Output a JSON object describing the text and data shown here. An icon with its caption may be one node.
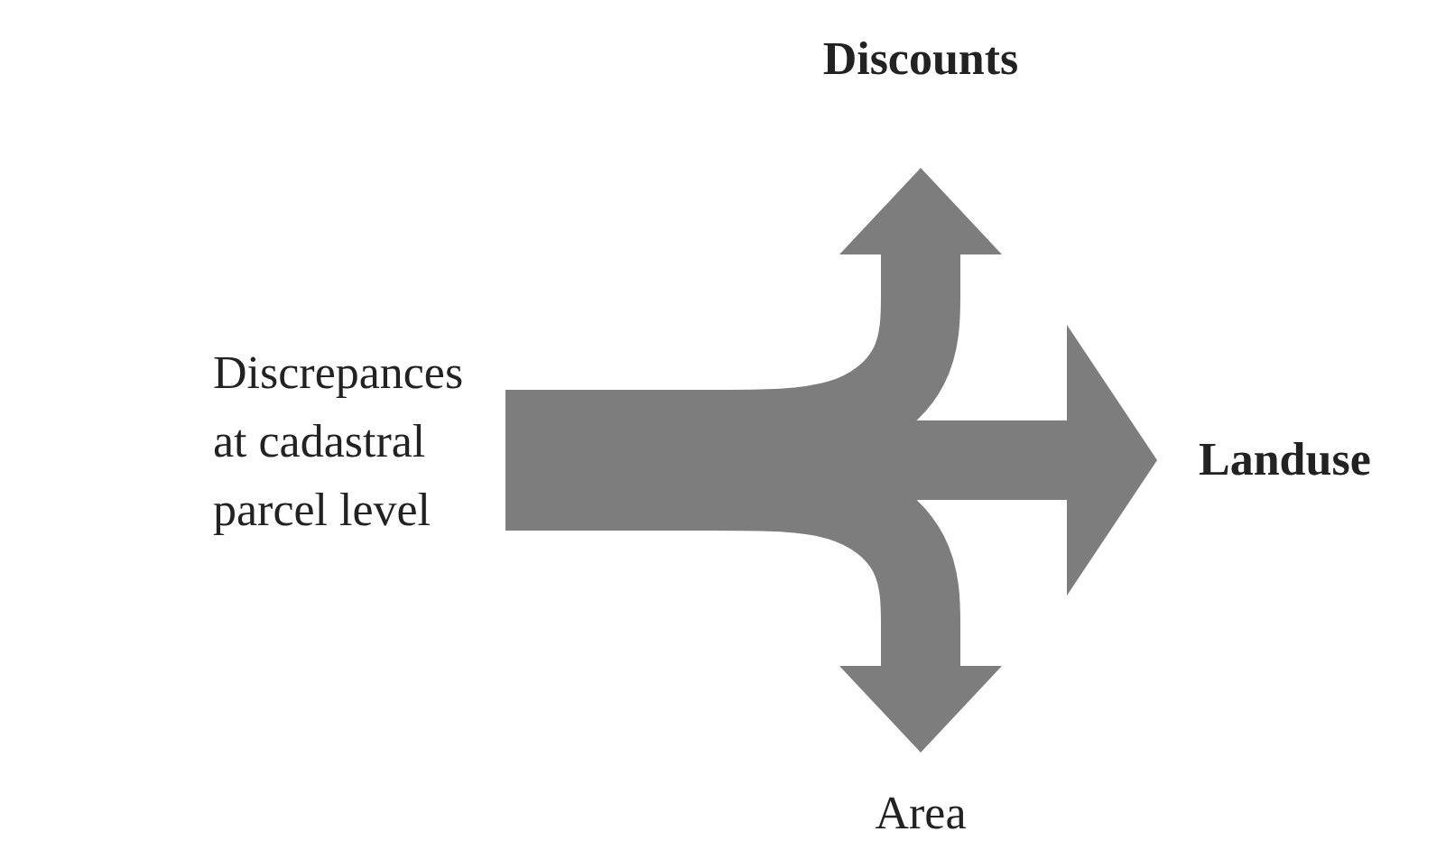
{
  "diagram": {
    "nodes": [
      {
        "text": [
          "Discrepances at cadastral parcel level"
        ]
      },
      {
        "text": [
          "Discounts"
        ]
      },
      {
        "text": [
          "Landuse"
        ]
      },
      {
        "text": [
          "Area"
        ]
      }
    ],
    "edges": [
      {
        "from": 0,
        "to": 1,
        "arrow": "to"
      },
      {
        "from": 0,
        "to": 2,
        "arrow": "to"
      },
      {
        "from": 0,
        "to": 3,
        "arrow": "to"
      }
    ]
  }
}
